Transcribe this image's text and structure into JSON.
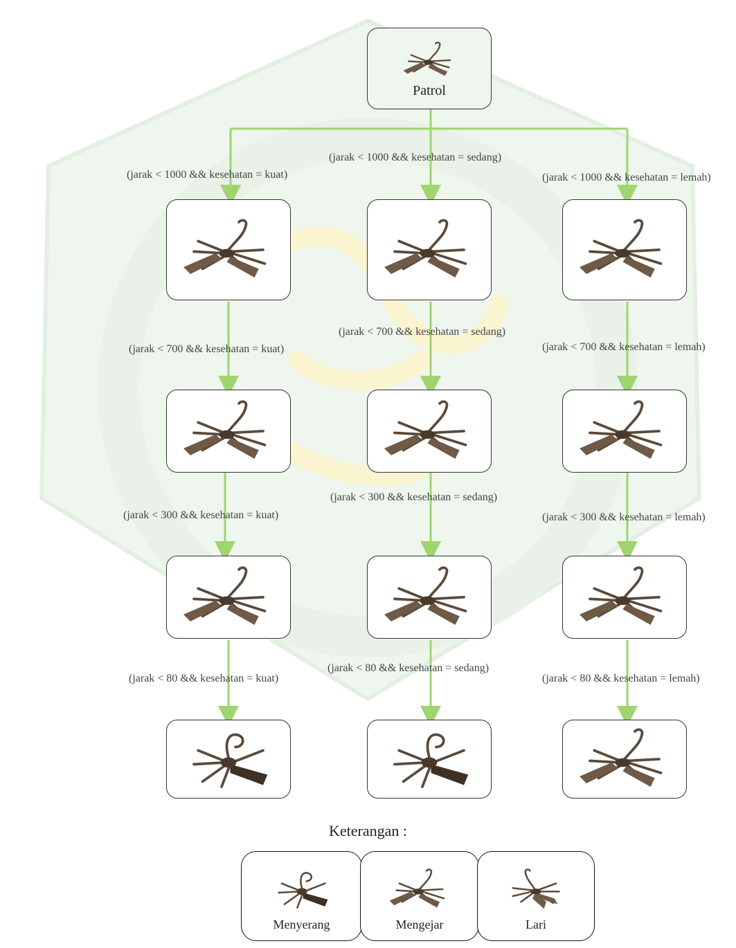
{
  "root": {
    "label": "Patrol"
  },
  "columns": [
    {
      "id": "kuat",
      "labels": [
        "(jarak < 1000 && kesehatan = kuat)",
        "(jarak < 700 && kesehatan = kuat)",
        "(jarak < 300 && kesehatan = kuat)",
        "(jarak < 80 && kesehatan = kuat)"
      ]
    },
    {
      "id": "sedang",
      "labels": [
        "(jarak < 1000 && kesehatan = sedang)",
        "(jarak < 700 && kesehatan = sedang)",
        "(jarak < 300 && kesehatan = sedang)",
        "(jarak < 80 && kesehatan = sedang)"
      ]
    },
    {
      "id": "lemah",
      "labels": [
        "(jarak < 1000 && kesehatan = lemah)",
        "(jarak < 700 && kesehatan = lemah)",
        "(jarak < 300 && kesehatan = lemah)",
        "(jarak < 80 && kesehatan = lemah)"
      ]
    }
  ],
  "legend": {
    "title": "Keterangan :",
    "items": [
      "Menyerang",
      "Mengejar",
      "Lari"
    ]
  },
  "colors": {
    "arrow": "#9fd46f",
    "border": "#333333"
  },
  "icons": {
    "node": "scorpion-icon"
  }
}
